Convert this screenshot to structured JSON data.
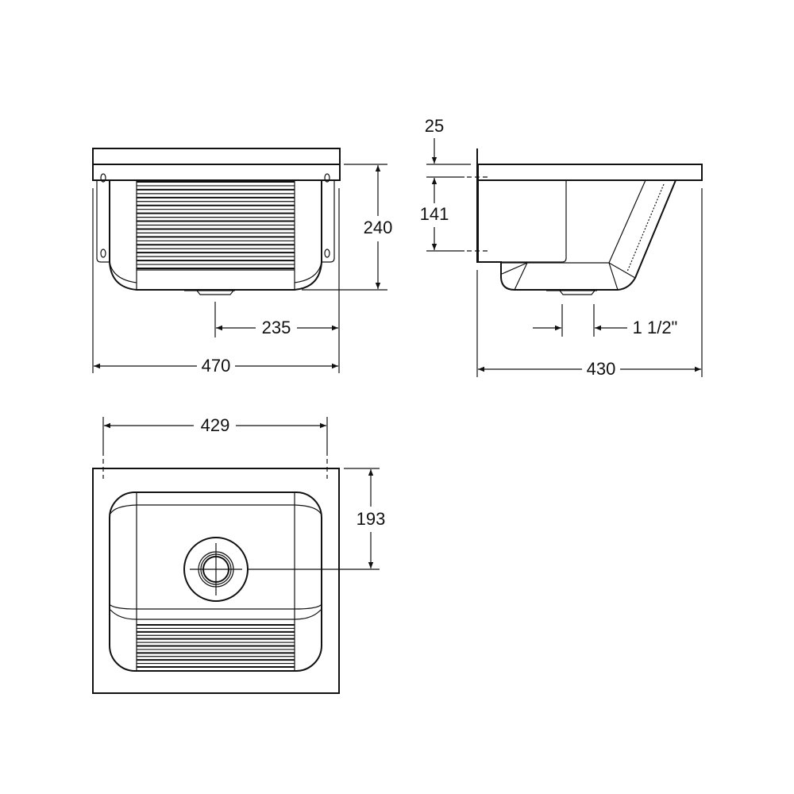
{
  "views": {
    "front": {
      "dims": {
        "height": "240",
        "drain_offset": "235",
        "width": "470"
      }
    },
    "side": {
      "dims": {
        "rim": "25",
        "depth": "141",
        "drain_size": "1 1/2\"",
        "depth_total": "430"
      }
    },
    "top": {
      "dims": {
        "inner_width": "429",
        "drain_from_back": "193"
      }
    }
  },
  "colors": {
    "line": "#111111",
    "background": "#ffffff"
  }
}
